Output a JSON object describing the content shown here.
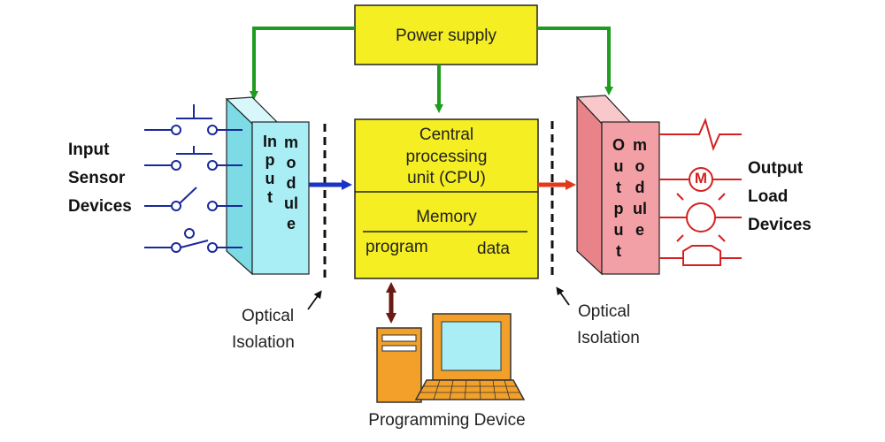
{
  "labels": {
    "power_supply": "Power supply",
    "cpu_line1": "Central",
    "cpu_line2": "processing",
    "cpu_line3": "unit (CPU)",
    "memory": "Memory",
    "program": "program",
    "data": "data",
    "input_module_word1": "Input",
    "input_module_word2": "module",
    "output_module_word1": "Output",
    "output_module_word2": "module",
    "input_devices_line1": "Input",
    "input_devices_line2": "Sensor",
    "input_devices_line3": "Devices",
    "output_devices_line1": "Output",
    "output_devices_line2": "Load",
    "output_devices_line3": "Devices",
    "optical_left_line1": "Optical",
    "optical_left_line2": "Isolation",
    "optical_right_line1": "Optical",
    "optical_right_line2": "Isolation",
    "programming_device": "Programming Device",
    "motor_symbol": "M"
  },
  "colors": {
    "yellow": "#f5ee22",
    "cyan_front": "#a9eef5",
    "cyan_side": "#7ddbe6",
    "red_front": "#f2a0a5",
    "red_side": "#e8838a",
    "green_arrow": "#1e9c1e",
    "blue_arrow": "#1a35c4",
    "red_arrow": "#e03a1a",
    "brown_arrow": "#6a1a14",
    "input_wire": "#1a2a9a",
    "output_wire": "#d42020",
    "computer_orange": "#f2a02a"
  }
}
